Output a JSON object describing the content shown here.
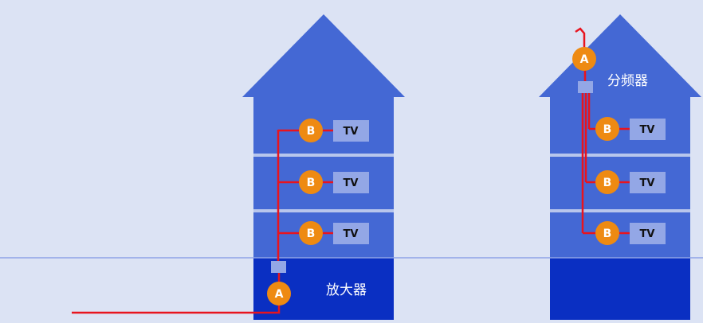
{
  "colors": {
    "background": "#dce3f4",
    "building": "#4468d4",
    "basement": "#0a2fc2",
    "floor_separator": "#b8c6ec",
    "ground_line": "#8ea3e6",
    "cable": "#e8141e",
    "amplifier_badge": "#ee8a12",
    "tv_box": "#93a7e6",
    "splitter_box": "#93a7e6"
  },
  "building_left": {
    "amplifier_label": "放大器",
    "amplifier_badge": "A",
    "floors": [
      {
        "badge": "B",
        "tv": "TV"
      },
      {
        "badge": "B",
        "tv": "TV"
      },
      {
        "badge": "B",
        "tv": "TV"
      }
    ]
  },
  "building_right": {
    "splitter_label": "分频器",
    "amplifier_badge": "A",
    "floors": [
      {
        "badge": "B",
        "tv": "TV"
      },
      {
        "badge": "B",
        "tv": "TV"
      },
      {
        "badge": "B",
        "tv": "TV"
      }
    ]
  }
}
